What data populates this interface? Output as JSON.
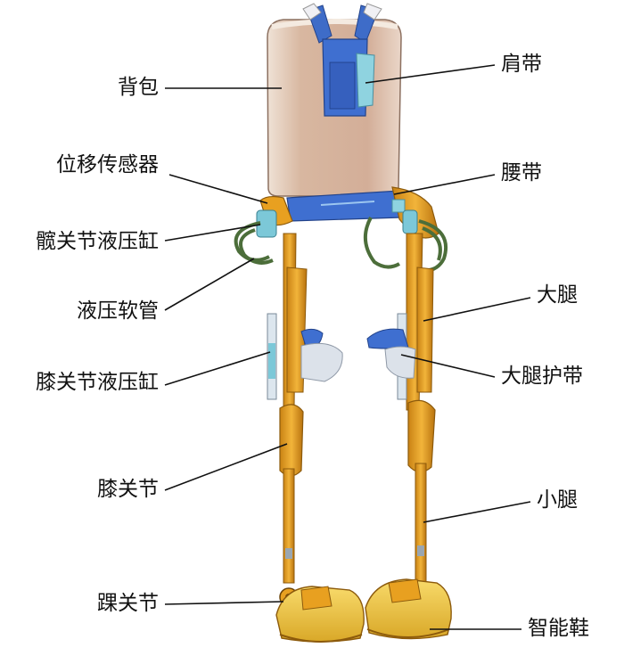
{
  "labels": {
    "backpack": "背包",
    "displacement_sensor": "位移传感器",
    "hip_cylinder": "髋关节液压缸",
    "hydraulic_hose": "液压软管",
    "knee_cylinder": "膝关节液压缸",
    "knee_joint": "膝关节",
    "ankle_joint": "踝关节",
    "shoulder_strap": "肩带",
    "waist_belt": "腰带",
    "thigh": "大腿",
    "thigh_strap": "大腿护带",
    "shank": "小腿",
    "smart_shoe": "智能鞋"
  },
  "colors": {
    "frame": "#E8A020",
    "frame_dark": "#B87410",
    "backpack": "#D9B8A2",
    "strap": "#3F6FD0",
    "strap_light": "#8FD3E0",
    "shoe": "#F2C640",
    "hose": "#4C6E3A",
    "thigh_pad": "#DCE2EA"
  }
}
